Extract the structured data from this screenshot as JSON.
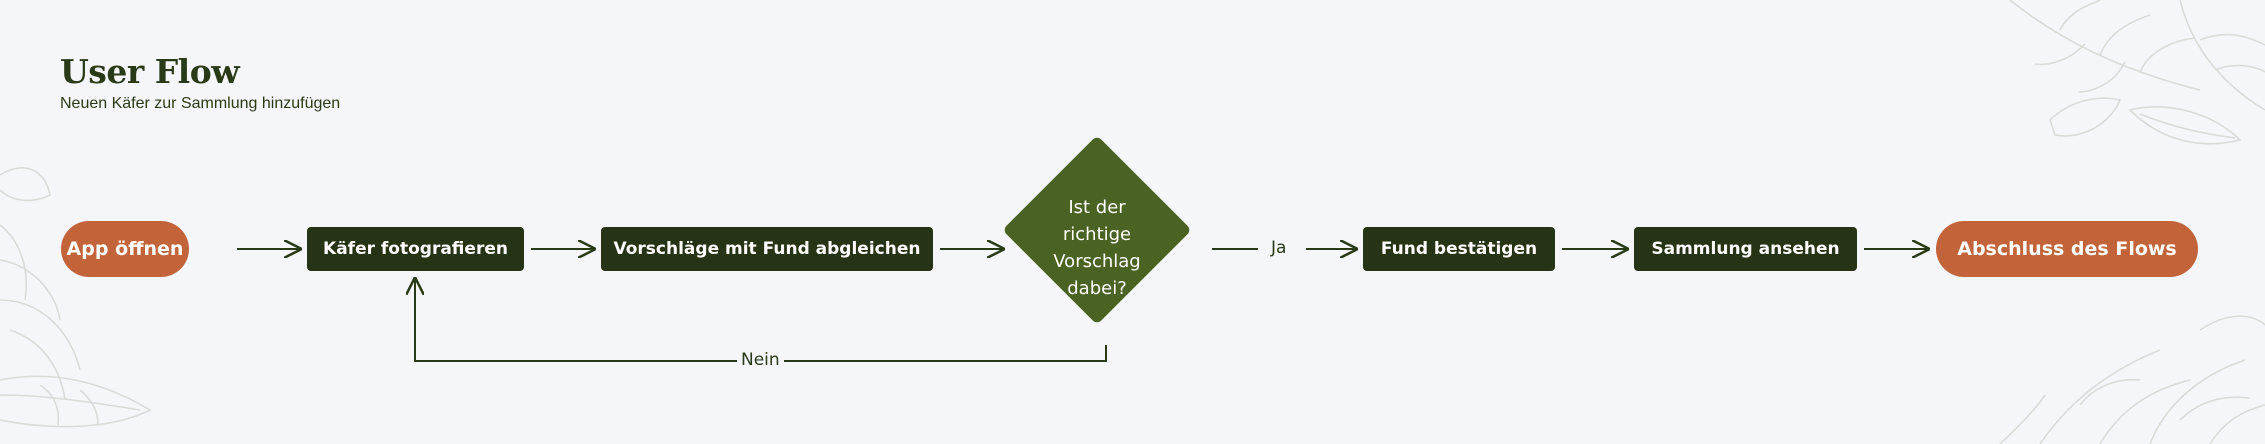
{
  "header": {
    "title": "User Flow",
    "subtitle": "Neuen Käfer zur Sammlung hinzufügen"
  },
  "flow": {
    "start": "App öffnen",
    "step1": "Käfer fotografieren",
    "step2": "Vorschläge mit Fund abgleichen",
    "decision": "Ist der richtige Vorschlag dabei?",
    "step3": "Fund bestätigen",
    "step4": "Sammlung ansehen",
    "end": "Abschluss des Flows",
    "yes_label": "Ja",
    "no_label": "Nein"
  },
  "colors": {
    "terminal": "#c2633a",
    "process": "#263314",
    "decision": "#4a6322",
    "line": "#2a3a16",
    "background": "#f5f6fa",
    "decor": "#d8dcd8"
  },
  "decorations": [
    "leaf-illustration-top-right",
    "leaf-illustration-left",
    "leaf-illustration-bottom-right"
  ]
}
